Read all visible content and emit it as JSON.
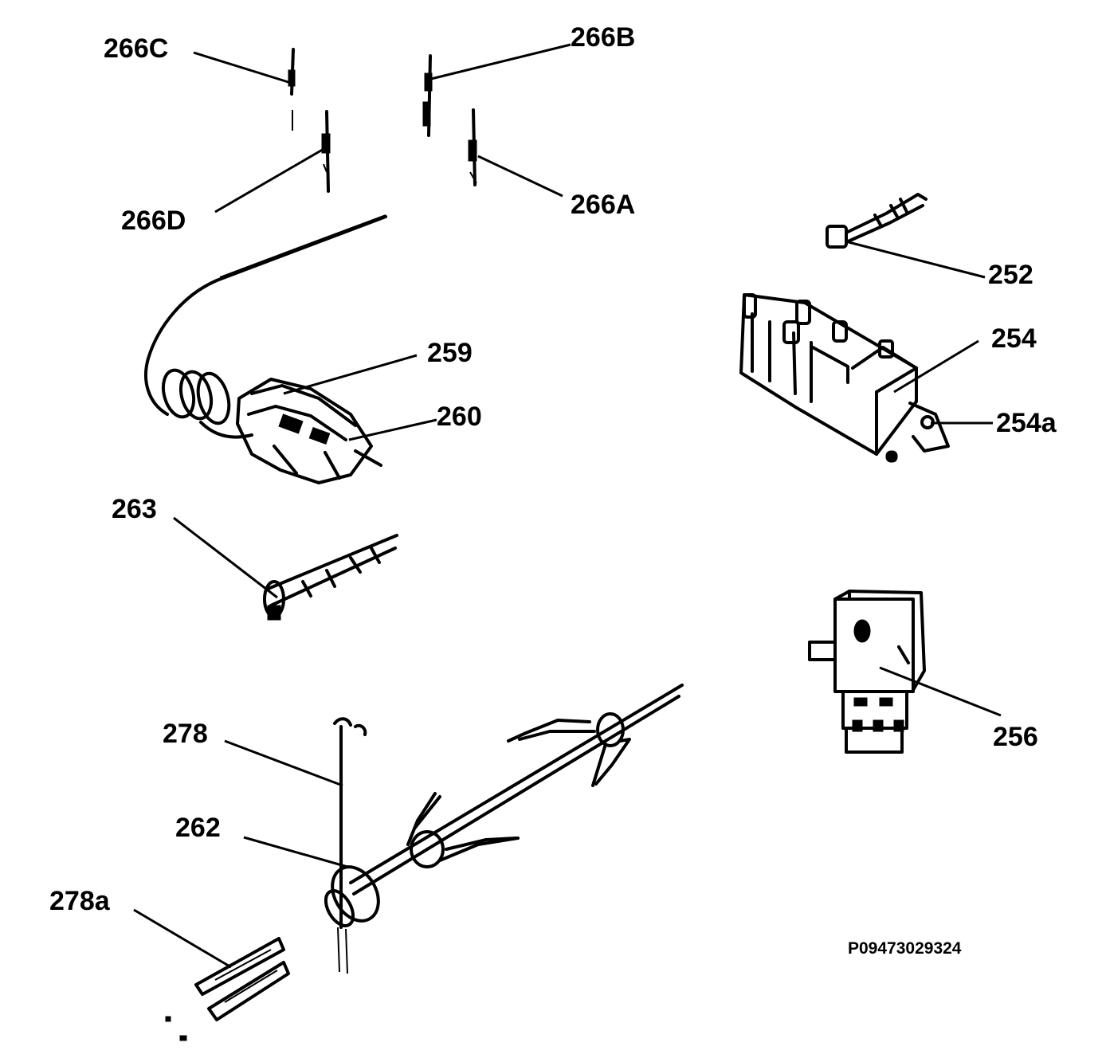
{
  "labels": {
    "p266C": "266C",
    "p266B": "266B",
    "p266D": "266D",
    "p266A": "266A",
    "p252": "252",
    "p254": "254",
    "p254a": "254a",
    "p259": "259",
    "p260": "260",
    "p263": "263",
    "p256": "256",
    "p278": "278",
    "p262": "262",
    "p278a": "278a"
  },
  "drawing_code": "P09473029324"
}
